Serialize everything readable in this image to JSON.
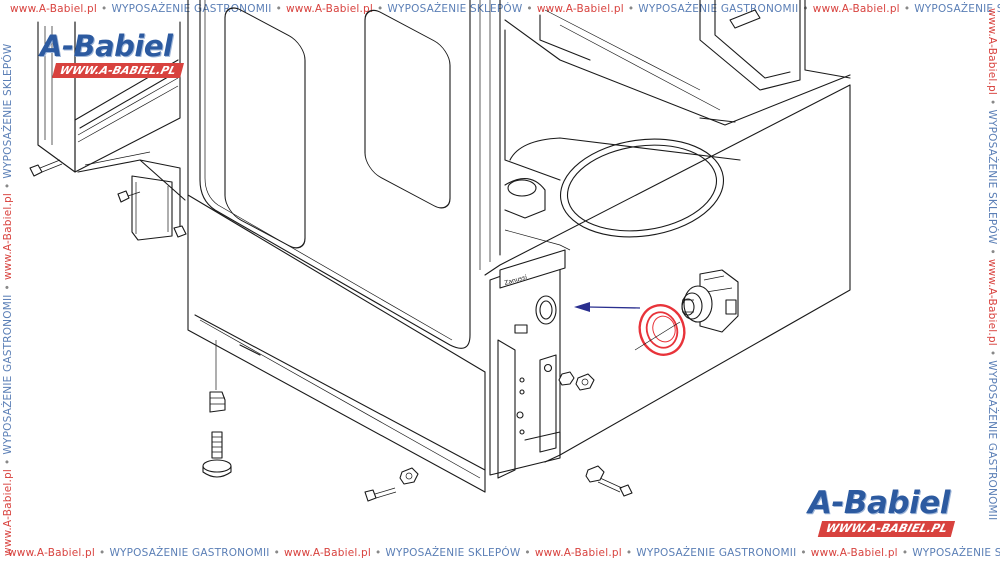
{
  "watermark": {
    "site": "www.A-Babiel.pl",
    "separator": "•",
    "category_1": "WYPOSAŻENIE GASTRONOMII",
    "category_2": "WYPOSAŻENIE SKLEPÓW"
  },
  "logo": {
    "brand": "A-Babiel",
    "url": "WWW.A-BABIEL.PL"
  },
  "diagram": {
    "plate_label": "Zanussi",
    "colors": {
      "highlight_part": "#e8333a",
      "pointer_arrow": "#2a2f8f",
      "logo_blue": "#2c5aa0",
      "logo_red": "#d8423e"
    }
  }
}
